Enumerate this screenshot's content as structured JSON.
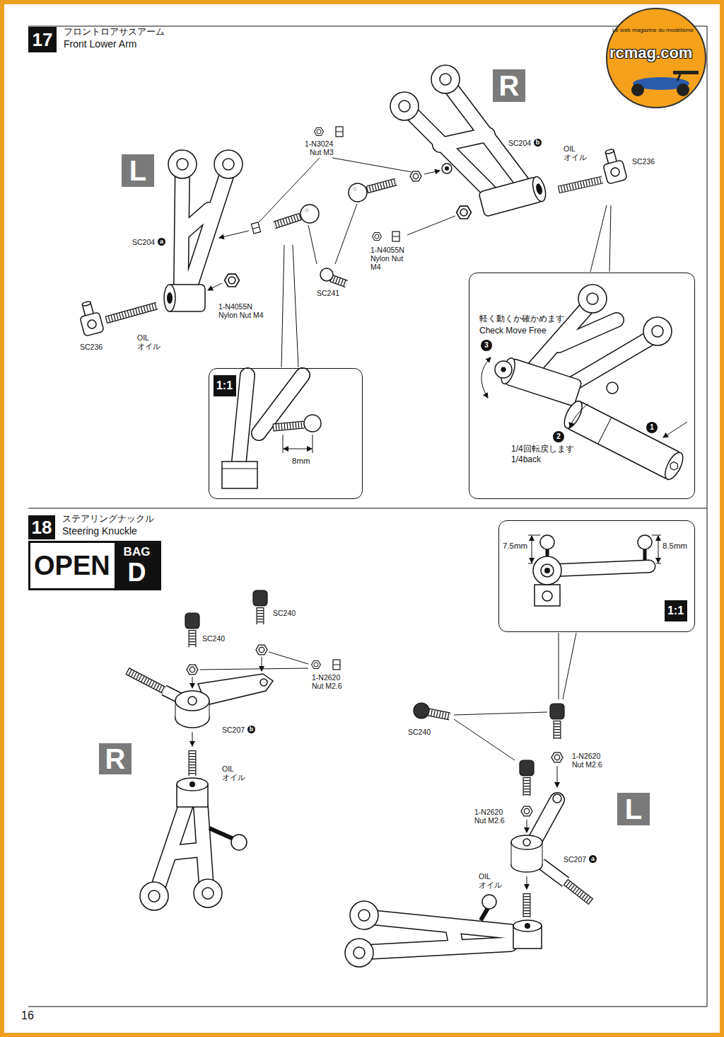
{
  "diagram": {
    "nodes": [
      {
        "text": [
          "17",
          "フロントロアサスアーム",
          "Front Lower Arm"
        ]
      },
      {
        "text": [
          "R"
        ]
      },
      {
        "text": [
          "L"
        ]
      },
      {
        "text": [
          "8mm"
        ]
      },
      {
        "text": [
          "1:1"
        ],
        "in": 3
      },
      {
        "text": [
          "軽く動くか確かめます",
          "Check Move Free",
          "1/4回転戻します",
          "1/4back"
        ]
      },
      {
        "text": [
          "18",
          "ステアリングナックル",
          "Steering Knuckle"
        ]
      },
      {
        "text": [
          "OPEN",
          "BAG",
          "D"
        ]
      },
      {
        "text": [
          "7.5mm",
          "8.5mm"
        ]
      },
      {
        "text": [
          "1:1"
        ],
        "in": 8
      },
      {
        "text": [
          "R"
        ]
      },
      {
        "text": [
          "L"
        ]
      }
    ],
    "labels": [
      "rcmag.com",
      "Le web magazine du modélisme",
      "1-N3024",
      "Nut M3",
      "SC204",
      "b",
      "OIL",
      "オイル",
      "SC236",
      "SC204",
      "a",
      "1-N4055N",
      "Nylon Nut",
      "M4",
      "SC241",
      "1-N4055N",
      "Nylon Nut M4",
      "OIL",
      "オイル",
      "SC236",
      "3",
      "2",
      "1",
      "SC240",
      "SC240",
      "1-N2620",
      "Nut M2.6",
      "SC207",
      "b",
      "OIL",
      "オイル",
      "SC240",
      "1-N2620",
      "Nut M2.6",
      "1-N2620",
      "Nut M2.6",
      "SC207",
      "a",
      "OIL",
      "オイル",
      "16"
    ]
  }
}
